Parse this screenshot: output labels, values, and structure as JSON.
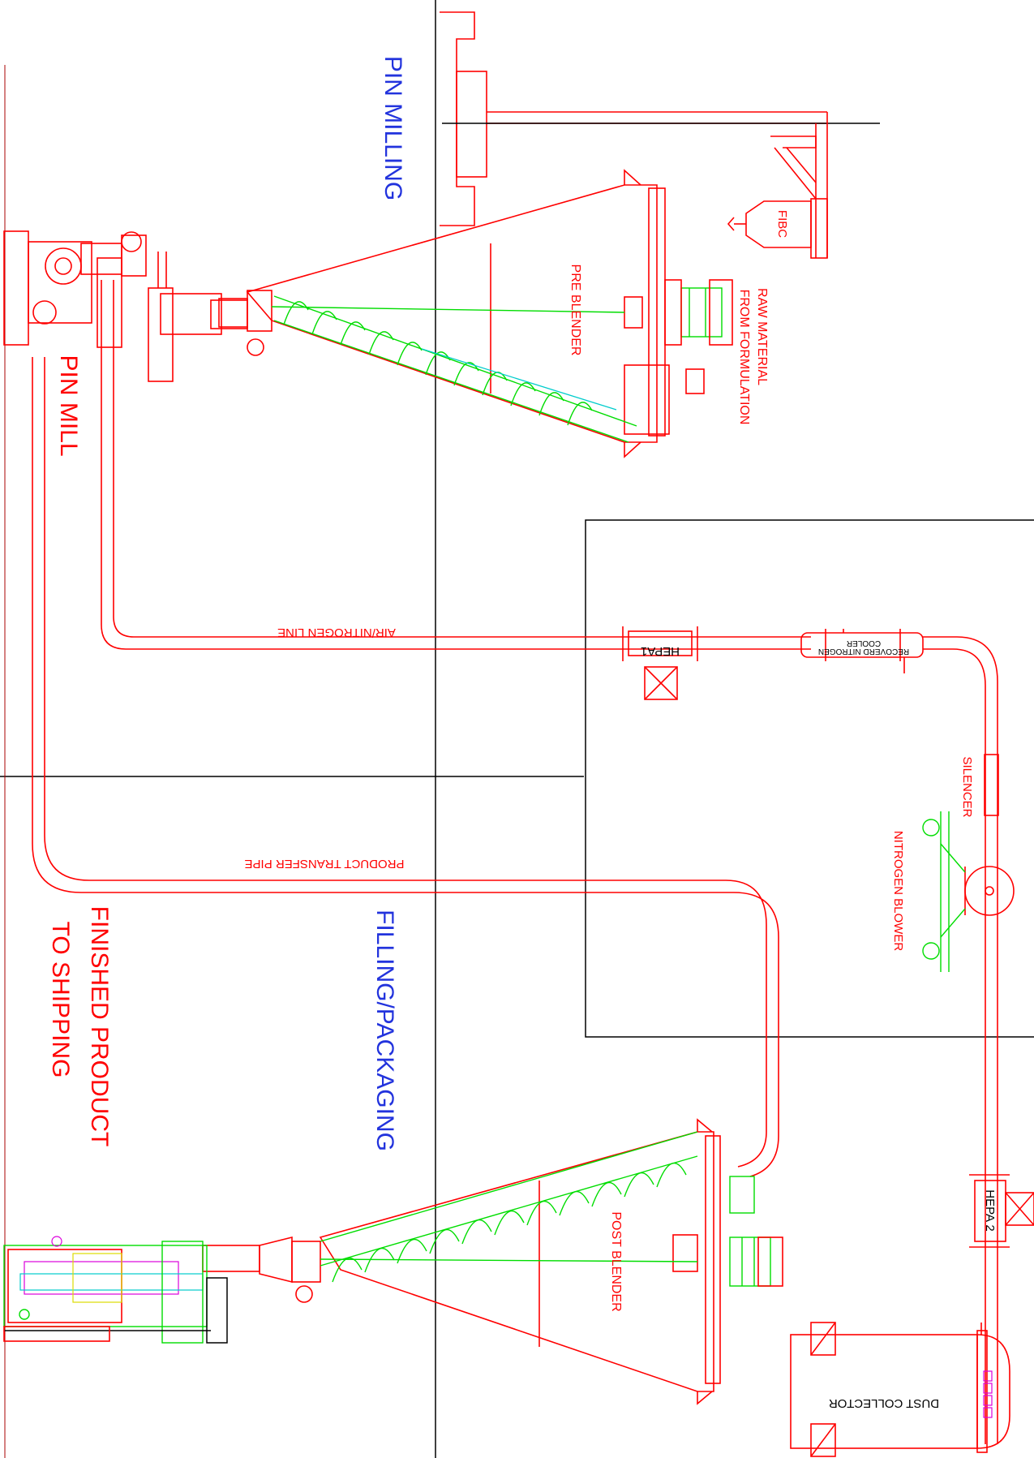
{
  "colors": {
    "equipment": "#ff0000",
    "screw": "#00dd00",
    "area_title": "#2233dd",
    "walls": "#000000",
    "finished_label": "#ff0000"
  },
  "areas": {
    "pin_milling": "PIN MILLING",
    "filling_packaging": "FILLING/PACKAGING"
  },
  "equipment": {
    "pin_mill": "PIN MILL",
    "pre_blender": "PRE BLENDER",
    "raw_material_line1": "RAW MATERIAL",
    "raw_material_line2": "FROM FORMULATION",
    "fibc": "FIBC",
    "hepa1": "HEPA1",
    "recovered_nitrogen_line1": "RECOVERD NITROGEN",
    "recovered_nitrogen_line2": "COOLER",
    "silencer": "SILENCER",
    "nitrogen_blower": "NITROGEN BLOWER",
    "hepa2": "HEPA 2",
    "post_blender": "POST BLENDER",
    "dust_collector": "DUST COLLECTOR"
  },
  "lines": {
    "air_nitrogen": "AIR/NITROGEN LINE",
    "product_transfer": "PRODUCT TRANSFER PIPE"
  },
  "finished": {
    "line1": "FINISHED PRODUCT",
    "line2": "TO SHIPPING"
  }
}
